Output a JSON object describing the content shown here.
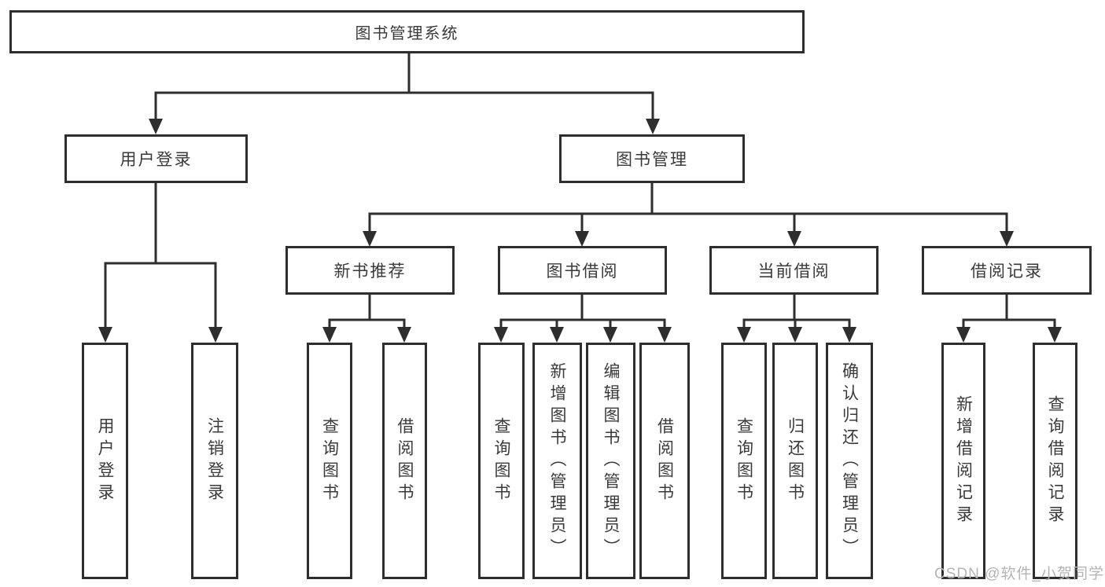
{
  "diagram": {
    "title": "图书管理系统",
    "type": "hierarchy-tree",
    "colors": {
      "background": "#ffffff",
      "line": "#2e2e2e",
      "box_border": "#2e2e2e",
      "box_fill": "#ffffff",
      "text": "#3a3a3a",
      "watermark": "#b4b4b4"
    },
    "watermark": "CSDN @软件_小贺同学",
    "nodes": {
      "root": {
        "label": "图书管理系统"
      },
      "login": {
        "label": "用户登录"
      },
      "manage": {
        "label": "图书管理"
      },
      "login_user": {
        "label": "用户登录"
      },
      "login_logout": {
        "label": "注销登录"
      },
      "rec": {
        "label": "新书推荐"
      },
      "borrow": {
        "label": "图书借阅"
      },
      "current": {
        "label": "当前借阅"
      },
      "record": {
        "label": "借阅记录"
      },
      "rec_query": {
        "label": "查询图书"
      },
      "rec_borrow": {
        "label": "借阅图书"
      },
      "borrow_query": {
        "label": "查询图书"
      },
      "borrow_add": {
        "label": "新增图书（管理员）"
      },
      "borrow_edit": {
        "label": "编辑图书（管理员）"
      },
      "borrow_lend": {
        "label": "借阅图书"
      },
      "current_query": {
        "label": "查询图书"
      },
      "current_return": {
        "label": "归还图书"
      },
      "current_confirm": {
        "label": "确认归还（管理员）"
      },
      "record_add": {
        "label": "新增借阅记录"
      },
      "record_query": {
        "label": "查询借阅记录"
      }
    },
    "hierarchy": {
      "root": [
        "login",
        "manage"
      ],
      "login": [
        "login_user",
        "login_logout"
      ],
      "manage": [
        "rec",
        "borrow",
        "current",
        "record"
      ],
      "rec": [
        "rec_query",
        "rec_borrow"
      ],
      "borrow": [
        "borrow_query",
        "borrow_add",
        "borrow_edit",
        "borrow_lend"
      ],
      "current": [
        "current_query",
        "current_return",
        "current_confirm"
      ],
      "record": [
        "record_add",
        "record_query"
      ]
    }
  }
}
